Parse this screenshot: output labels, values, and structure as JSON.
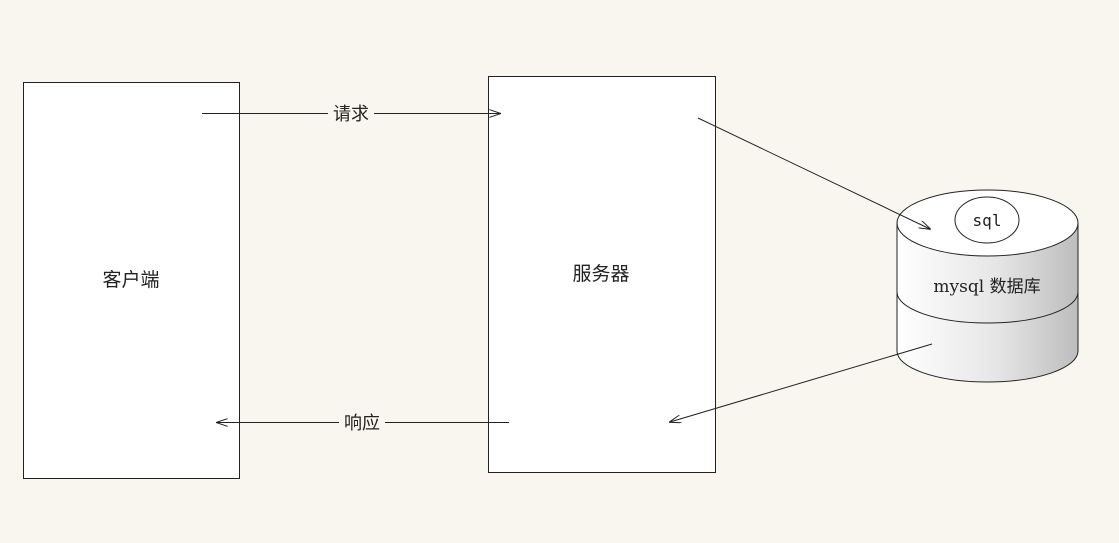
{
  "diagram": {
    "client": {
      "label": "客户端"
    },
    "server": {
      "label": "服务器"
    },
    "database": {
      "label": "mysql 数据库",
      "query_label": "sql"
    },
    "request": {
      "label": "请求"
    },
    "response": {
      "label": "响应"
    }
  }
}
